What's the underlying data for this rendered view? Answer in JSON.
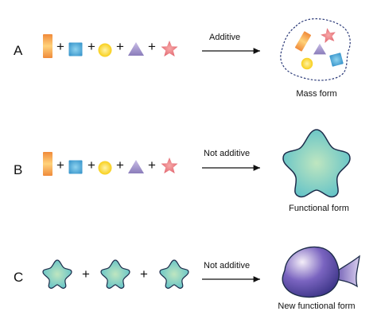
{
  "rows": [
    {
      "letter": "A",
      "parts": [
        "bar",
        "square",
        "circle",
        "triangle",
        "star"
      ],
      "connector": "+",
      "arrow_label": "Additive",
      "result": "scattered-parts",
      "caption": "Mass form"
    },
    {
      "letter": "B",
      "parts": [
        "bar",
        "square",
        "circle",
        "triangle",
        "star"
      ],
      "connector": "+",
      "arrow_label": "Not additive",
      "result": "star-blob",
      "caption": "Functional form"
    },
    {
      "letter": "C",
      "parts": [
        "star-blob",
        "star-blob",
        "star-blob"
      ],
      "connector": "+",
      "arrow_label": "Not additive",
      "result": "fish",
      "caption": "New functional form"
    }
  ],
  "colors": {
    "bar": "#f4a24a",
    "square": "#3fa6d8",
    "circle": "#ffd21a",
    "triangle": "#9e8fc4",
    "star": "#e8747c",
    "blob_fill": "#8ed3c0",
    "fish_fill": "#4a3d9a",
    "outline": "#1d2c4a"
  }
}
